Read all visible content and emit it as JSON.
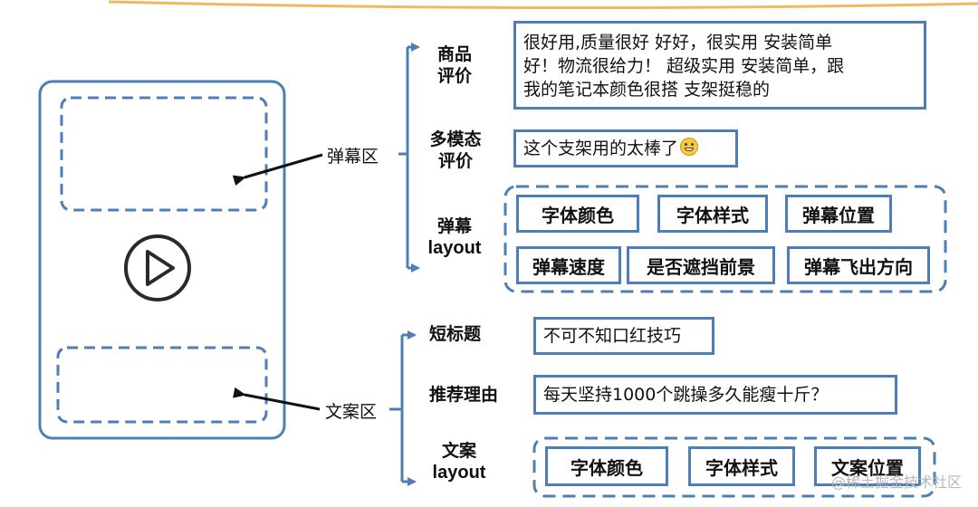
{
  "colors": {
    "stroke": "#4d7fb6",
    "arrow": "#111111",
    "top_rule": "#f0a240"
  },
  "regions": {
    "danmu": "弹幕区",
    "copy": "文案区"
  },
  "danmu_section": {
    "product_review": {
      "label_line1": "商品",
      "label_line2": "评价",
      "text": "很好用,质量很好  好好，很实用  安装简单好！物流很给力！  超级实用  安装简单，跟我的笔记本颜色很搭  支架挺稳的",
      "lines": [
        "很好用,质量很好  好好，很实用  安装简单",
        "好！物流很给力！  超级实用  安装简单，跟",
        "我的笔记本颜色很搭  支架挺稳的"
      ]
    },
    "multimodal_review": {
      "label_line1": "多模态",
      "label_line2": "评价",
      "text": "这个支架用的太棒了",
      "emoji_icon": "grinning-face-icon"
    },
    "layout": {
      "label_line1": "弹幕",
      "label_line2": "layout",
      "options": [
        "字体颜色",
        "字体样式",
        "弹幕位置",
        "弹幕速度",
        "是否遮挡前景",
        "弹幕飞出方向"
      ]
    }
  },
  "copy_section": {
    "short_title": {
      "label": "短标题",
      "text": "不可不知口红技巧"
    },
    "reason": {
      "label": "推荐理由",
      "text": "每天坚持1000个跳操多久能瘦十斤？"
    },
    "layout": {
      "label_line1": "文案",
      "label_line2": "layout",
      "options": [
        "字体颜色",
        "字体样式",
        "文案位置"
      ]
    }
  },
  "phone": {
    "play_icon": "play-icon"
  },
  "watermark": "@稀土掘金技术社区"
}
